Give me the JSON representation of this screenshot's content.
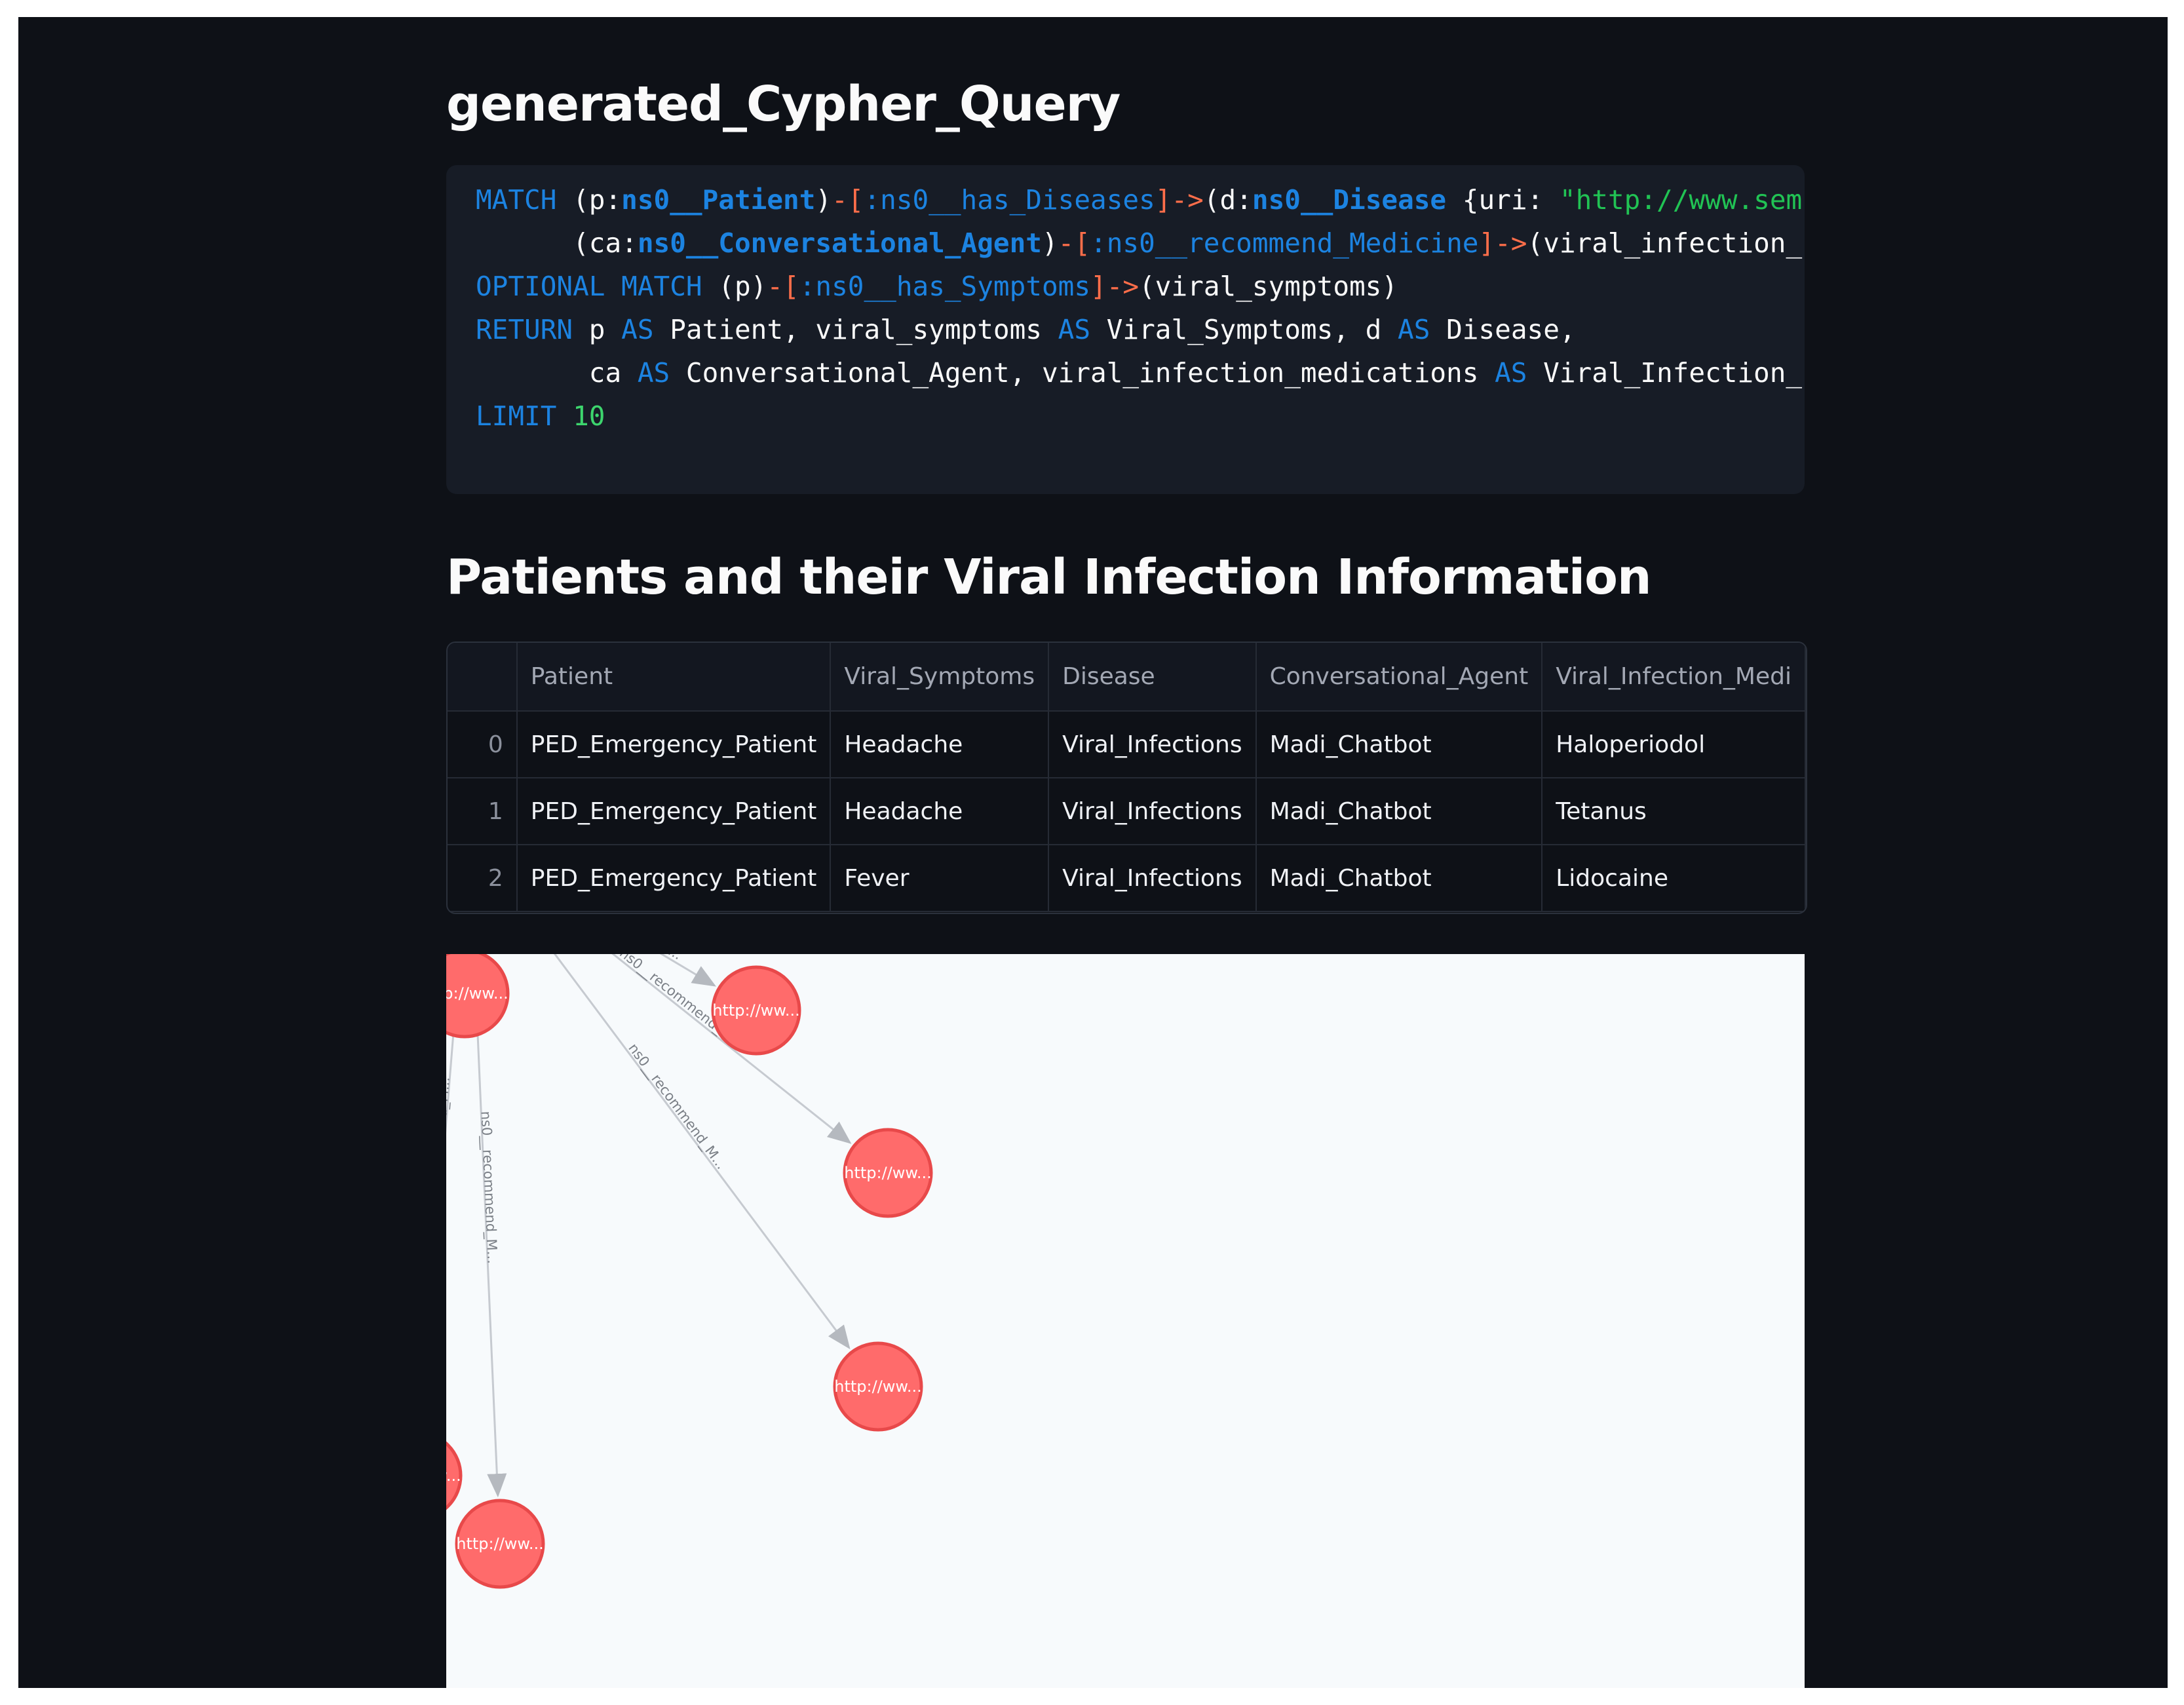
{
  "query_section": {
    "title": "generated_Cypher_Query"
  },
  "code": {
    "line1": {
      "match": "MATCH",
      "open": " (p:",
      "patient_label": "ns0__Patient",
      "close1": ")",
      "rel_open": "-[",
      "rel": ":ns0__has_Diseases",
      "rel_close": "]->",
      "d_open": "(d:",
      "disease_label": "ns0__Disease",
      "uri_key": " {uri: ",
      "uri_val": "\"http://www.sem"
    },
    "line2": {
      "indent": "      (ca:",
      "agent_label": "ns0__Conversational_Agent",
      "close": ")",
      "rel_open": "-[",
      "rel": ":ns0__recommend_Medicine",
      "rel_close": "]->",
      "tail": "(viral_infection_"
    },
    "line3": {
      "optional": "OPTIONAL",
      "match": "MATCH",
      "p": " (p)",
      "rel_open": "-[",
      "rel": ":ns0__has_Symptoms",
      "rel_close": "]->",
      "tail": "(viral_symptoms)"
    },
    "line4": {
      "return": "RETURN",
      "p": " p ",
      "as1": "AS",
      "t1": " Patient, viral_symptoms ",
      "as2": "AS",
      "t2": " Viral_Symptoms, d ",
      "as3": "AS",
      "t3": " Disease,"
    },
    "line5": {
      "lead": "       ca ",
      "as1": "AS",
      "t1": " Conversational_Agent, viral_infection_medications ",
      "as2": "AS",
      "t2": " Viral_Infection_"
    },
    "line6": {
      "limit": "LIMIT",
      "value": "10"
    }
  },
  "table_section": {
    "title": "Patients and their Viral Infection Information"
  },
  "table": {
    "columns": [
      "",
      "Patient",
      "Viral_Symptoms",
      "Disease",
      "Conversational_Agent",
      "Viral_Infection_Medi"
    ],
    "rows": [
      [
        "0",
        "PED_Emergency_Patient",
        "Headache",
        "Viral_Infections",
        "Madi_Chatbot",
        "Haloperiodol"
      ],
      [
        "1",
        "PED_Emergency_Patient",
        "Headache",
        "Viral_Infections",
        "Madi_Chatbot",
        "Tetanus"
      ],
      [
        "2",
        "PED_Emergency_Patient",
        "Fever",
        "Viral_Infections",
        "Madi_Chatbot",
        "Lidocaine"
      ]
    ]
  },
  "graph": {
    "node_label": "http://ww...",
    "edge_label": "ns0__recommend_M...",
    "node_color": "#ff6b6b",
    "background": "#f7fafc",
    "node_count": 10
  }
}
